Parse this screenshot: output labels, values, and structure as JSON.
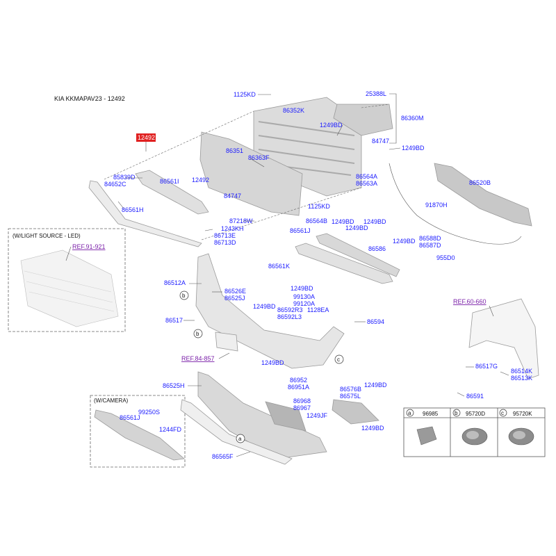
{
  "title": "KIA KKMAPAV23 - 12492",
  "highlight": {
    "code": "12492",
    "color": "#e02020"
  },
  "variants": {
    "light_source": "(W/LIGHT SOURCE - LED)",
    "camera": "(W/CAMERA)"
  },
  "refs": {
    "r1": "REF.91-921",
    "r2": "REF.60-660",
    "r3": "REF.84-857"
  },
  "parts": {
    "p1125KD_a": "1125KD",
    "p86352K": "86352K",
    "p25388L": "25388L",
    "p86360M": "86360M",
    "p1249BD_a": "1249BD",
    "p84747_a": "84747",
    "p1249BD_b": "1249BD",
    "p86351": "86351",
    "p86363F": "86363F",
    "p86564A_a": "86564A",
    "p86563A": "86563A",
    "p86520B": "86520B",
    "p85839D": "85839D",
    "p84652C": "84652C",
    "p86561I": "86561I",
    "p12492": "12492",
    "p84747_b": "84747",
    "p1125KD_b": "1125KD",
    "p91870H": "91870H",
    "p86561H": "86561H",
    "p87218W": "87218W",
    "p1243KH": "1243KH",
    "p86713E": "86713E",
    "p86713D": "86713D",
    "p86564B": "86564B",
    "p1249BD_c": "1249BD",
    "p1249BD_d": "1249BD",
    "p1249BD_e": "1249BD",
    "p86561J_a": "86561J",
    "p86586": "86586",
    "p1249BD_f": "1249BD",
    "p86588D": "86588D",
    "p86587D": "86587D",
    "p86561K": "86561K",
    "p955D0": "955D0",
    "p86512A": "86512A",
    "p86526E": "86526E",
    "p86525J": "86525J",
    "p1249BD_g": "1249BD",
    "p99130A": "99130A",
    "p99120A": "99120A",
    "p1249BD_h": "1249BD",
    "p86592R3": "86592R3",
    "p86592L3": "86592L3",
    "p1128EA": "1128EA",
    "p86517": "86517",
    "p86594": "86594",
    "p1249BD_i": "1249BD",
    "p86952": "86952",
    "p86951A": "86951A",
    "p86525H": "86525H",
    "p86576B": "86576B",
    "p1249BD_j": "1249BD",
    "p86575L": "86575L",
    "p86968": "86968",
    "p86967": "86967",
    "p1249JF": "1249JF",
    "p1249BD_k": "1249BD",
    "p99250S": "99250S",
    "p86561J_b": "86561J",
    "p1244FD": "1244FD",
    "p86565F": "86565F",
    "p86517G": "86517G",
    "p86514K": "86514K",
    "p86513K": "86513K",
    "p86591": "86591"
  },
  "callouts": {
    "a": "a",
    "b": "b",
    "c": "c"
  },
  "legend": [
    {
      "key": "a",
      "code": "96985"
    },
    {
      "key": "b",
      "code": "95720D"
    },
    {
      "key": "c",
      "code": "95720K"
    }
  ]
}
